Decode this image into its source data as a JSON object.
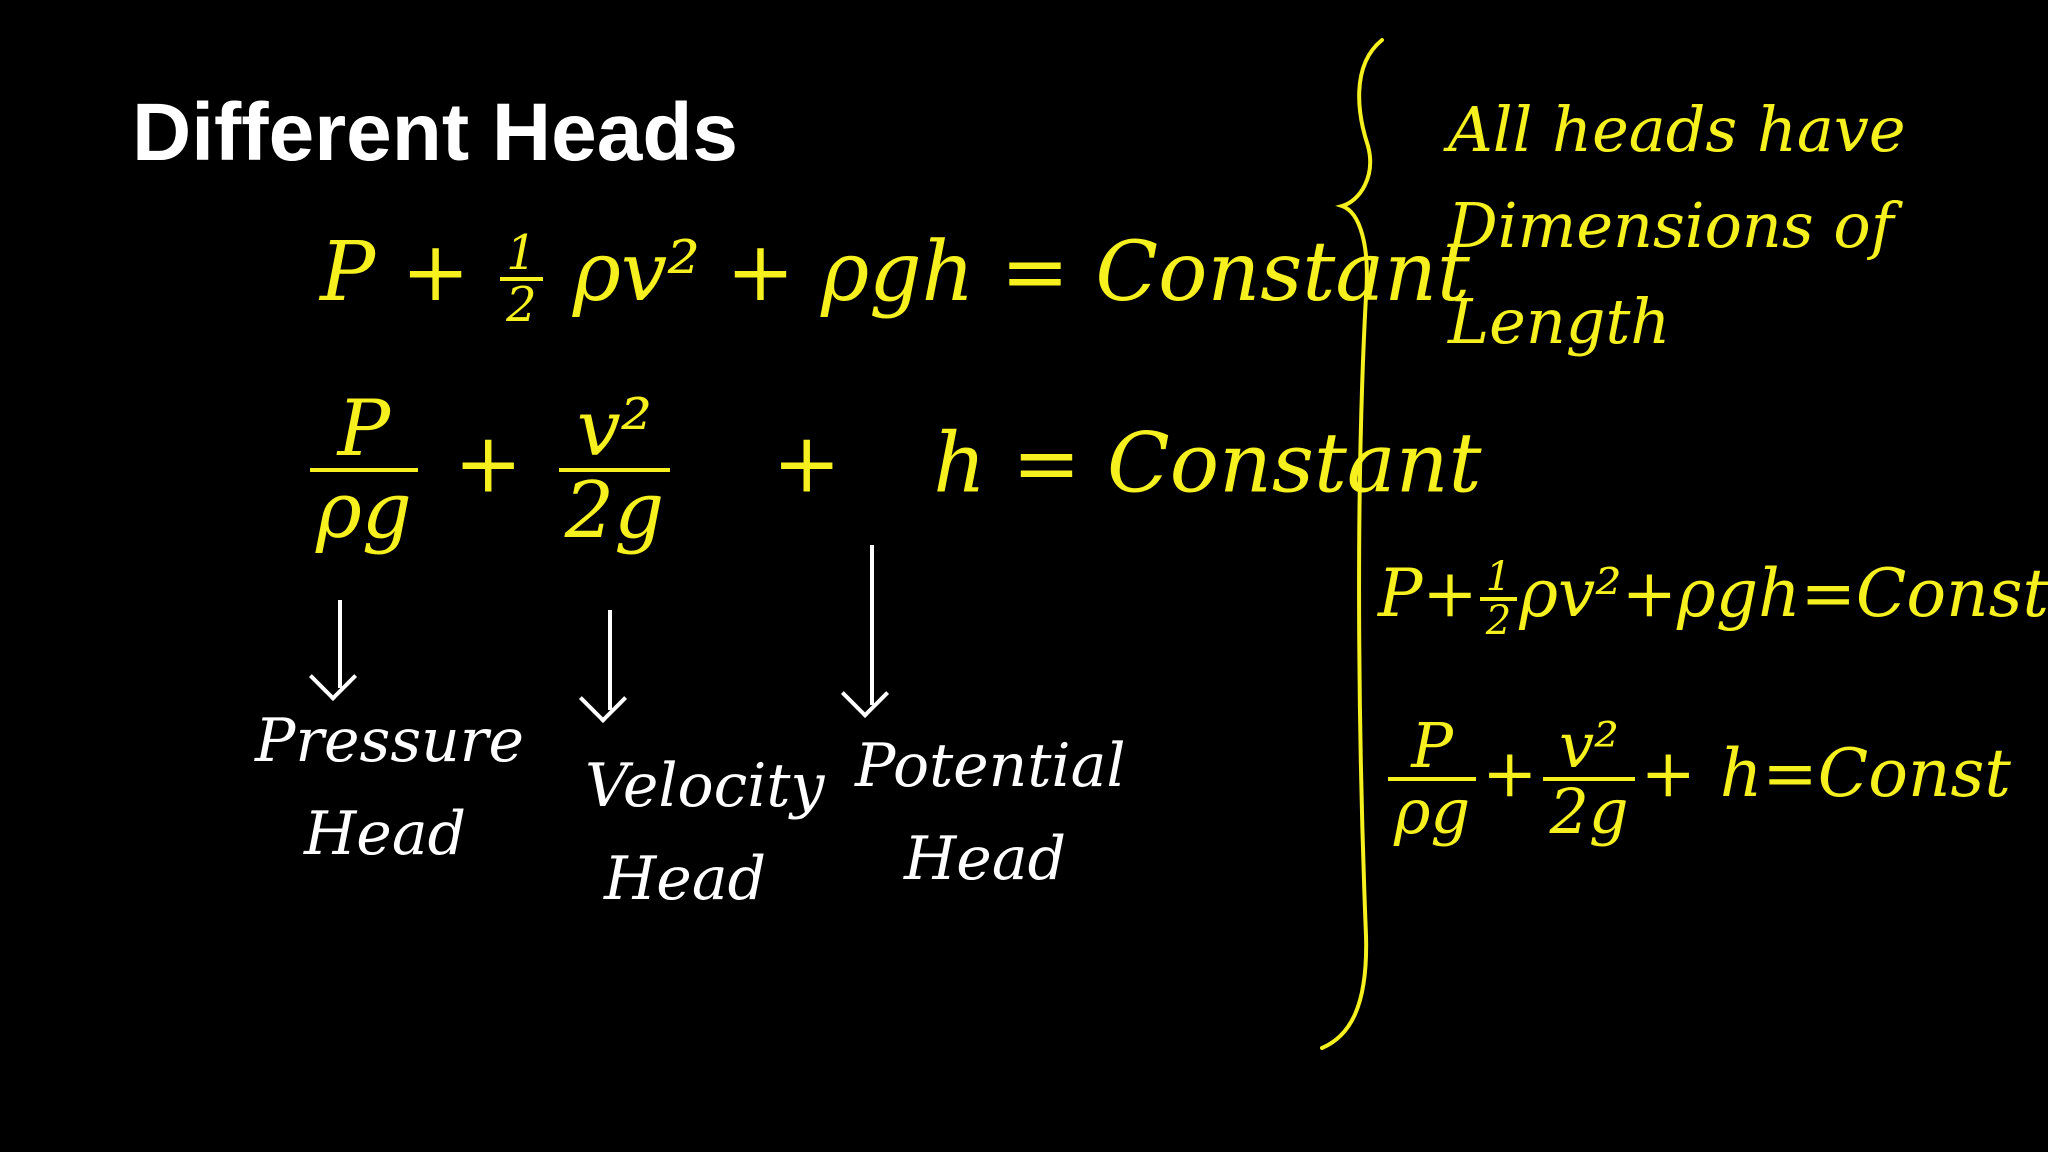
{
  "title": "Different Heads",
  "colors": {
    "background": "#000000",
    "title": "#ffffff",
    "ink_yellow": "#f5f01e",
    "ink_white": "#ffffff"
  },
  "equation_main": {
    "p": "P",
    "plus1": "+",
    "half_num": "1",
    "half_den": "2",
    "rho_v2": "ρv²",
    "plus2": "+",
    "rho_g_h": "ρgh",
    "equals": "=",
    "rhs": "Constant"
  },
  "equation_heads": {
    "t1_num": "P",
    "t1_den": "ρg",
    "plus1": "+",
    "t2_num": "v²",
    "t2_den": "2g",
    "plus2": "+",
    "h": "h",
    "equals": "=",
    "rhs": "Constant"
  },
  "labels": {
    "pressure": [
      "Pressure",
      "Head"
    ],
    "velocity": [
      "Velocity",
      "Head"
    ],
    "potential": [
      "Potential",
      "Head"
    ]
  },
  "note": [
    "All heads have",
    "Dimensions of",
    "Length"
  ],
  "equation_side_1": {
    "p": "P",
    "plus1": "+",
    "half_num": "1",
    "half_den": "2",
    "rho_v2": "ρv²",
    "plus2": "+",
    "rho_g_h": "ρgh",
    "equals": "=",
    "rhs": "Const"
  },
  "equation_side_2": {
    "t1_num": "P",
    "t1_den": "ρg",
    "plus1": "+",
    "t2_num": "v²",
    "t2_den": "2g",
    "plus2": "+",
    "h": "h",
    "equals": "=",
    "rhs": "Const"
  }
}
